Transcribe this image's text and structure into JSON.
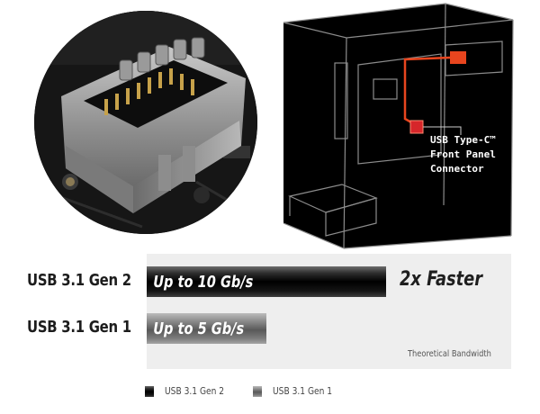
{
  "callout": {
    "caption": "USB Type-C™\nFront Panel\nConnector"
  },
  "chart_data": {
    "type": "bar",
    "orientation": "horizontal",
    "categories": [
      "USB 3.1 Gen 2",
      "USB 3.1 Gen 1"
    ],
    "values": [
      10,
      5
    ],
    "data_labels": [
      "Up to 10 Gb/s",
      "Up to 5 Gb/s"
    ],
    "unit": "Gb/s",
    "xlim": [
      0,
      15.2
    ],
    "annotation": "2x Faster",
    "note": "Theoretical Bandwidth",
    "legend": [
      "USB 3.1 Gen 2",
      "USB 3.1 Gen 1"
    ],
    "legend_placement": "bottom",
    "grid": false,
    "colors": {
      "gen2": "#111111",
      "gen1": "#7a7a7a",
      "plot_bg": "#eeeeee",
      "accent": "#e8451e"
    }
  }
}
